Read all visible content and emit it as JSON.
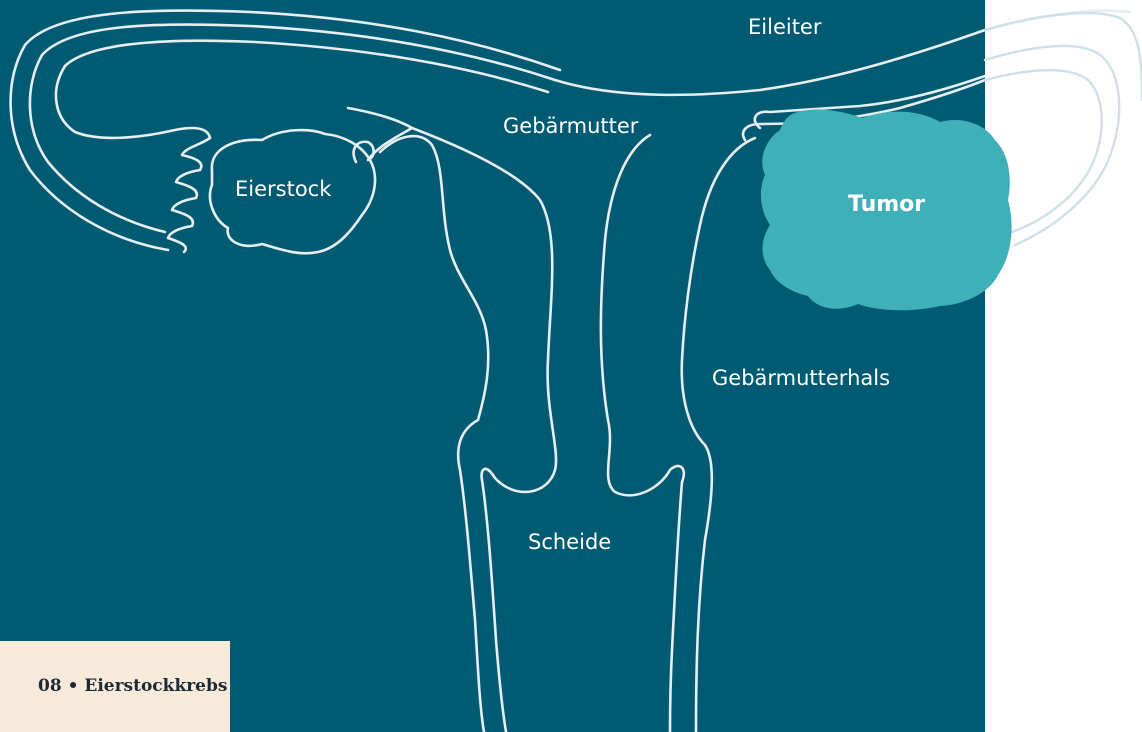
{
  "colors": {
    "background": "#005a72",
    "outline": "#e6eef2",
    "outline_outside": "#cfe0ea",
    "tumor": "#3fb0b7",
    "footer_background": "#f8ebdc",
    "footer_text": "#1d2a33"
  },
  "labels": {
    "eileiter": "Eileiter",
    "gebaermutter": "Gebärmutter",
    "eierstock": "Eierstock",
    "tumor": "Tumor",
    "gebaermutterhals": "Gebärmutterhals",
    "scheide": "Scheide"
  },
  "footer": {
    "text": "08 • Eierstockkrebs"
  }
}
